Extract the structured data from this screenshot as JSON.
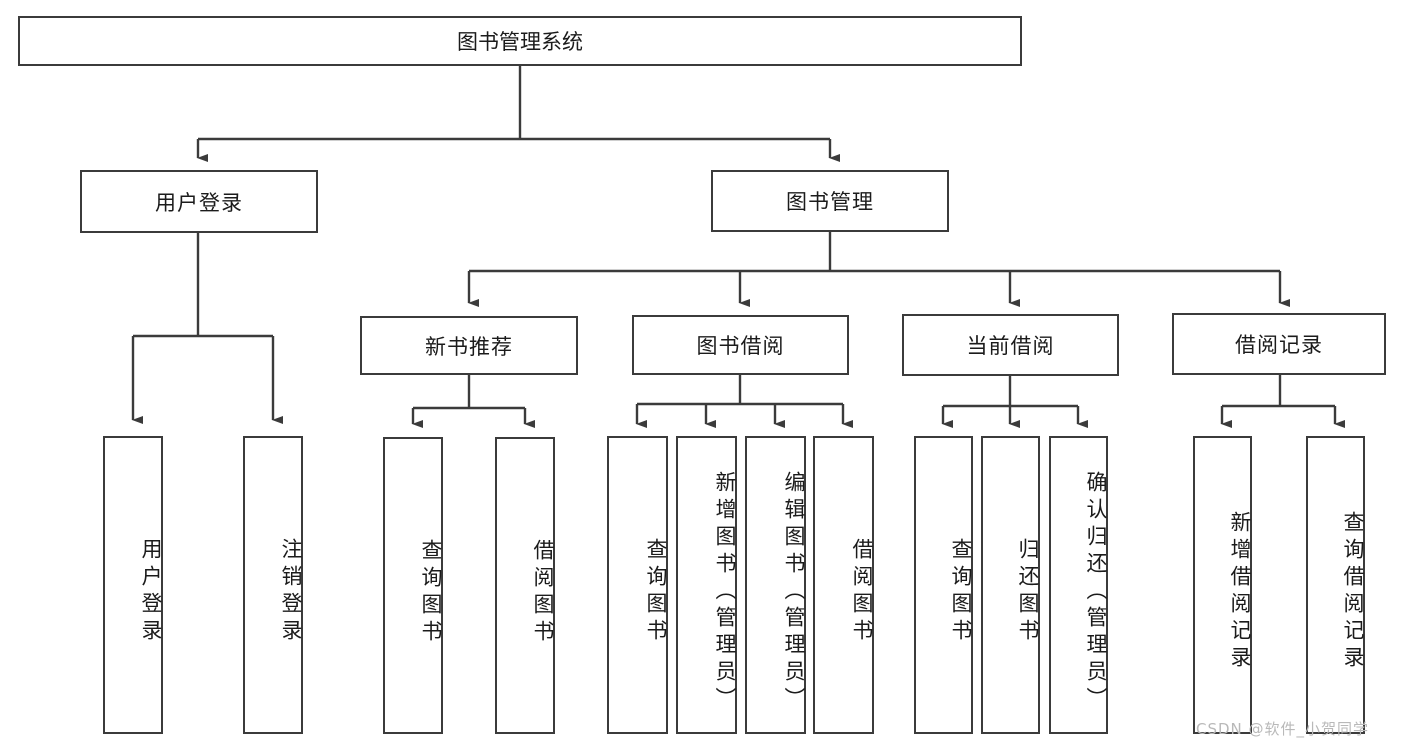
{
  "diagram": {
    "title": "图书管理系统",
    "type": "tree-hierarchy",
    "root": {
      "label": "图书管理系统"
    },
    "level1": [
      {
        "label": "用户登录"
      },
      {
        "label": "图书管理"
      }
    ],
    "level2": [
      {
        "label": "新书推荐"
      },
      {
        "label": "图书借阅"
      },
      {
        "label": "当前借阅"
      },
      {
        "label": "借阅记录"
      }
    ],
    "leaves": [
      {
        "label": "用户登录"
      },
      {
        "label": "注销登录"
      },
      {
        "label": "查询图书"
      },
      {
        "label": "借阅图书"
      },
      {
        "label": "查询图书"
      },
      {
        "label": "新增图书（管理员）"
      },
      {
        "label": "编辑图书（管理员）"
      },
      {
        "label": "借阅图书"
      },
      {
        "label": "查询图书"
      },
      {
        "label": "归还图书"
      },
      {
        "label": "确认归还（管理员）"
      },
      {
        "label": "新增借阅记录"
      },
      {
        "label": "查询借阅记录"
      }
    ],
    "colors": {
      "stroke": "#3b3b3b",
      "fill": "#ffffff",
      "text": "#1b1b1b",
      "watermark": "#b9b9b9"
    }
  },
  "watermark": {
    "text": "CSDN @软件_小贺同学"
  }
}
